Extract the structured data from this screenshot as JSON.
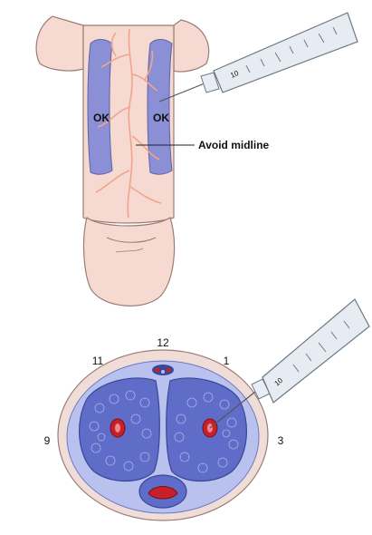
{
  "labels": {
    "ok_left": "OK",
    "ok_right": "OK",
    "avoid_midline": "Avoid midline",
    "clock_12": "12",
    "clock_11": "11",
    "clock_1": "1",
    "clock_9": "9",
    "clock_3": "3"
  },
  "syringe_markings": {
    "upper": "10",
    "lower": "10"
  },
  "colors": {
    "skin": "#f6d9d0",
    "skin_outline": "#9b7c74",
    "injection_zone": "#8a8fd6",
    "vessels": "#f0a48e",
    "cavernosa": "#5f6dc8",
    "cross_section_bg": "#b9c2ee",
    "artery": "#c8202a",
    "urethra": "#c8202a",
    "tunica": "#f1ddd8"
  }
}
